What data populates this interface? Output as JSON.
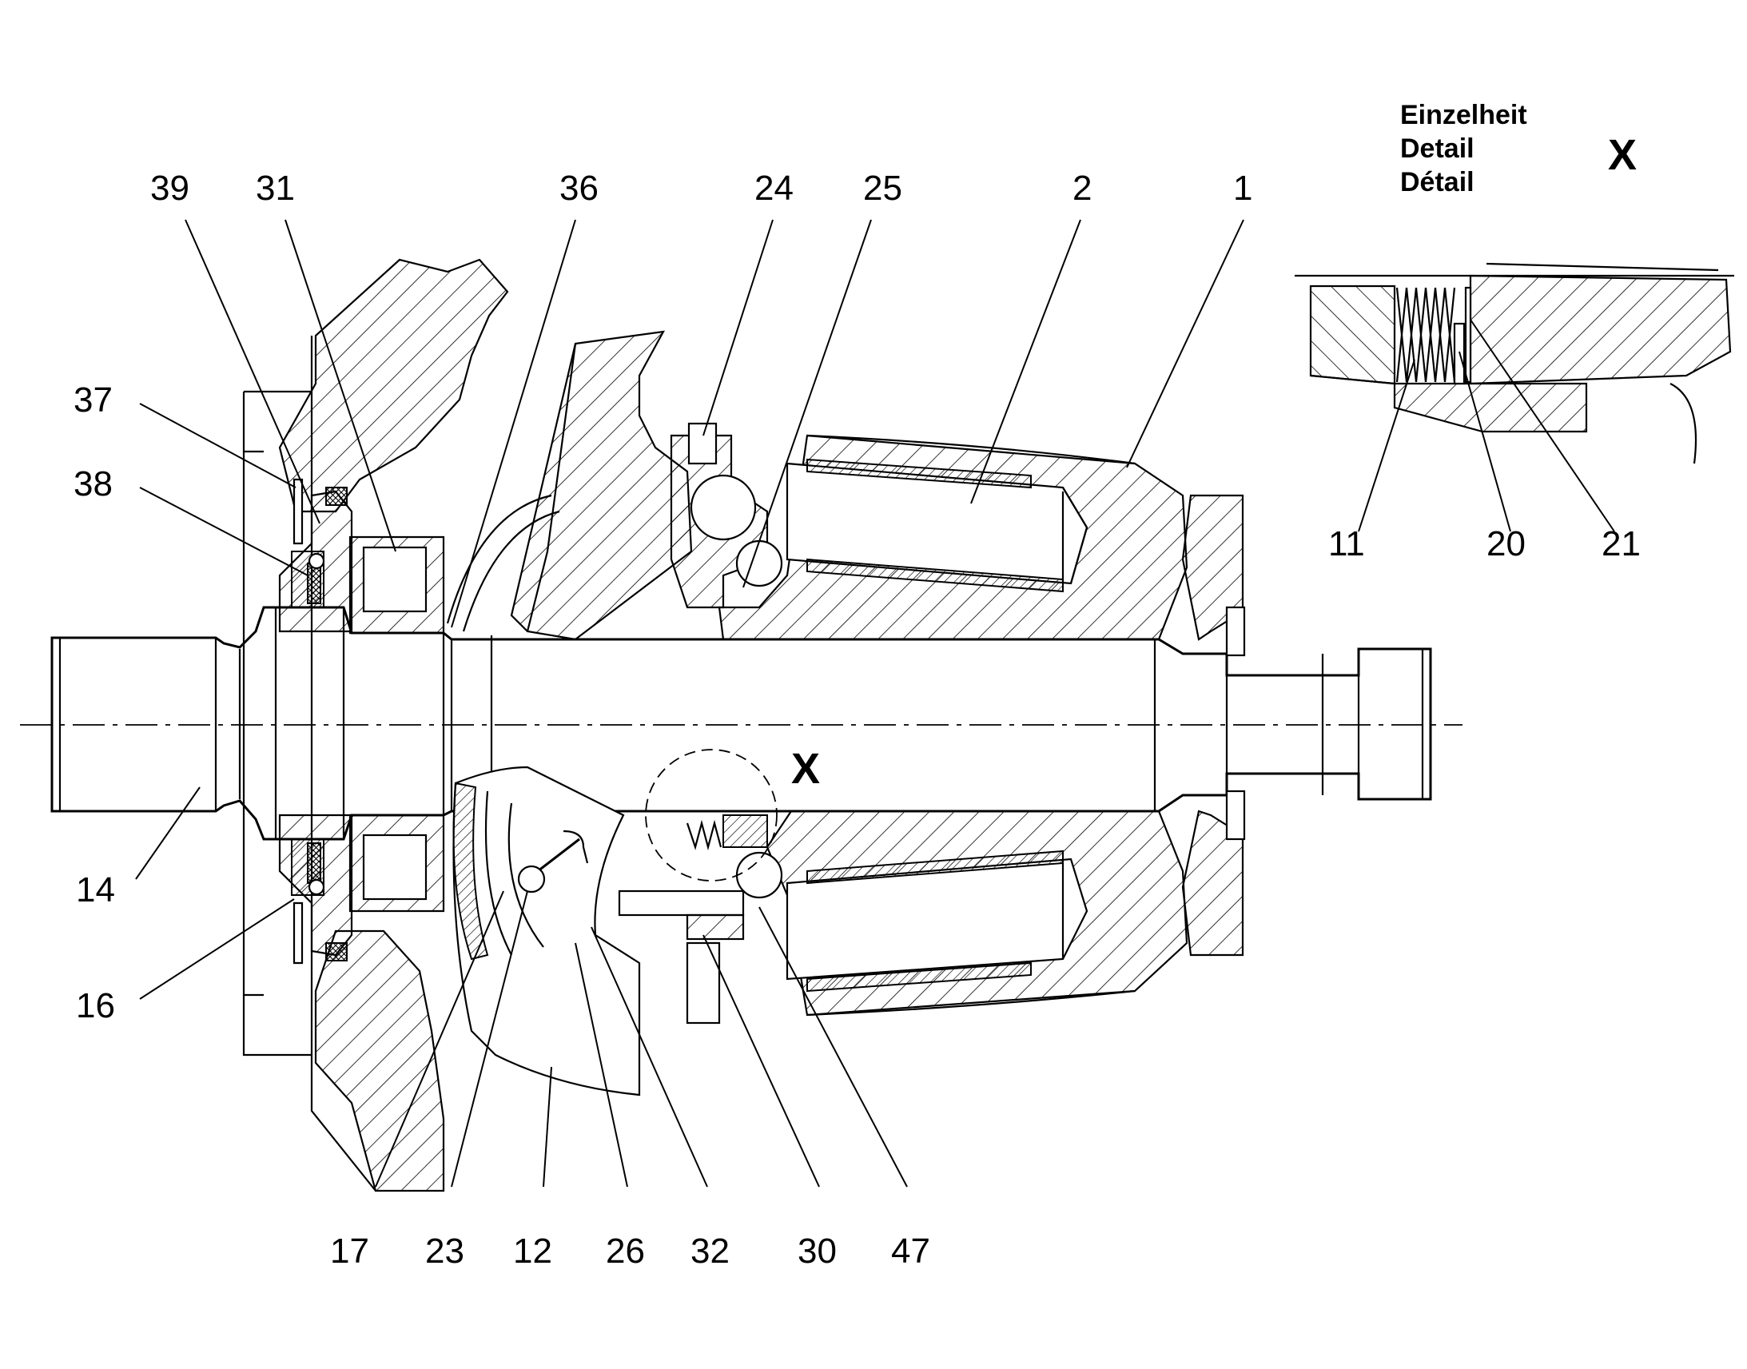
{
  "detail_header": {
    "line1": "Einzelheit",
    "line2": "Detail",
    "line3": "Détail",
    "letter": "X"
  },
  "detail_marker": "X",
  "part_labels": {
    "p39": "39",
    "p31": "31",
    "p36": "36",
    "p24": "24",
    "p25": "25",
    "p2": "2",
    "p1": "1",
    "p37": "37",
    "p38": "38",
    "p14": "14",
    "p16": "16",
    "p17": "17",
    "p23": "23",
    "p12": "12",
    "p26": "26",
    "p32": "32",
    "p30": "30",
    "p47": "47",
    "p11": "11",
    "p20": "20",
    "p21": "21"
  }
}
